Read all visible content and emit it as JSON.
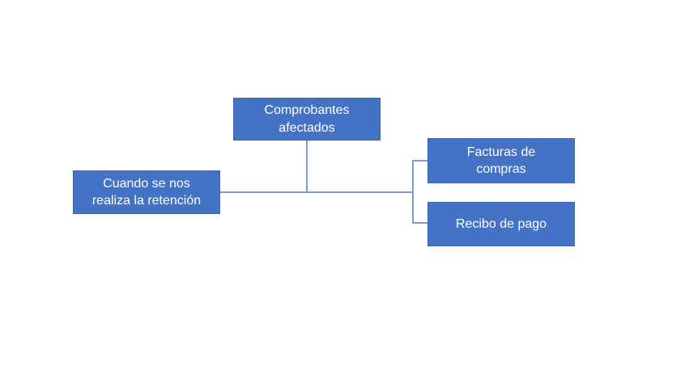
{
  "diagram": {
    "nodes": {
      "top": {
        "line1": "Comprobantes",
        "line2": "afectados"
      },
      "root": {
        "line1": "Cuando se nos",
        "line2": "realiza la retención"
      },
      "child1": {
        "line1": "Facturas de",
        "line2": "compras"
      },
      "child2": {
        "line1": "Recibo de pago",
        "line2": ""
      }
    },
    "colors": {
      "box_fill": "#4472C4",
      "box_text": "#FFFFFF",
      "connector": "#7D99D6",
      "background": "#FFFFFF"
    }
  }
}
